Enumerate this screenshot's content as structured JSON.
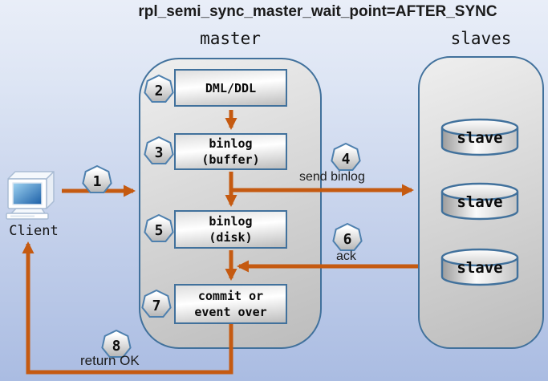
{
  "title": "rpl_semi_sync_master_wait_point=AFTER_SYNC",
  "sections": {
    "master_label": "master",
    "slaves_label": "slaves"
  },
  "client": {
    "label": "Client"
  },
  "flow_boxes": [
    {
      "label": "DML/DDL"
    },
    {
      "label": "binlog\n(buffer)"
    },
    {
      "label": "binlog\n(disk)"
    },
    {
      "label": "commit or\nevent over"
    }
  ],
  "step_badges": [
    {
      "number": "1"
    },
    {
      "number": "2"
    },
    {
      "number": "3"
    },
    {
      "number": "4"
    },
    {
      "number": "5"
    },
    {
      "number": "6"
    },
    {
      "number": "7"
    },
    {
      "number": "8"
    }
  ],
  "slave_nodes": [
    {
      "label": "slave"
    },
    {
      "label": "slave"
    },
    {
      "label": "slave"
    }
  ],
  "arrow_labels": {
    "send_binlog": "send binlog",
    "ack": "ack",
    "return_ok": "return OK"
  },
  "colors": {
    "arrow": "#C55A11",
    "node_border": "#41719C",
    "background_top": "#E9EEF8",
    "background_bottom": "#AABCE2"
  }
}
